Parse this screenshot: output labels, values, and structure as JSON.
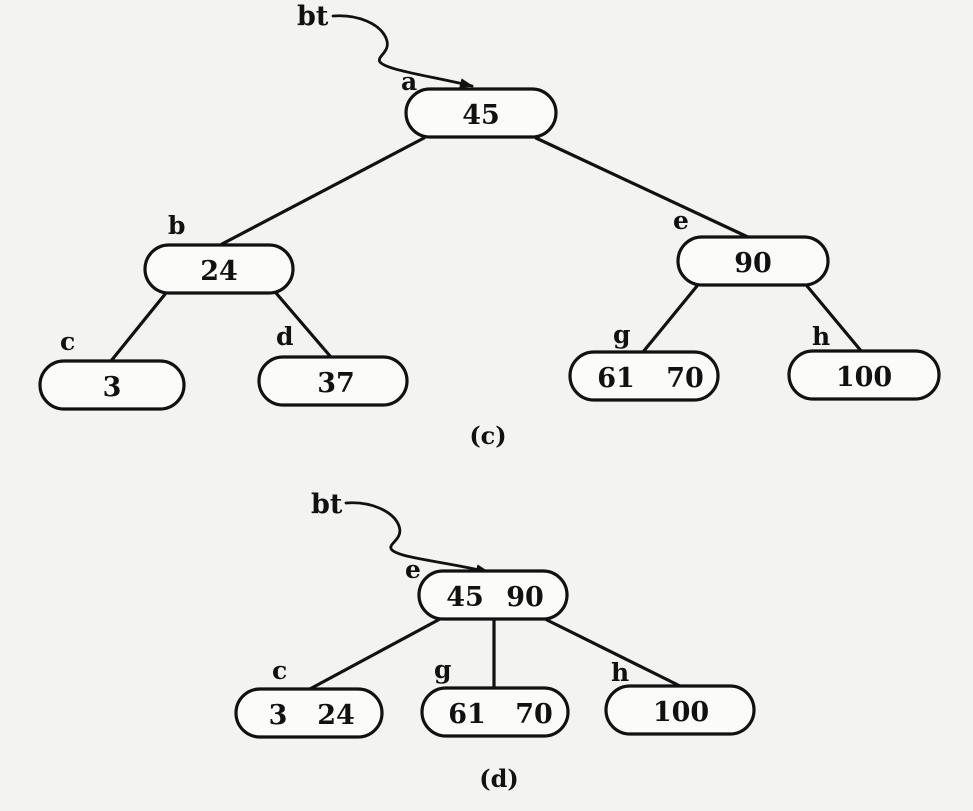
{
  "figure_c": {
    "caption": "(c)",
    "pointer": "bt",
    "nodes": {
      "a": {
        "label": "a",
        "keys": [
          "45"
        ]
      },
      "b": {
        "label": "b",
        "keys": [
          "24"
        ]
      },
      "c": {
        "label": "c",
        "keys": [
          "3"
        ]
      },
      "d": {
        "label": "d",
        "keys": [
          "37"
        ]
      },
      "e": {
        "label": "e",
        "keys": [
          "90"
        ]
      },
      "g": {
        "label": "g",
        "keys": [
          "61",
          "70"
        ]
      },
      "h": {
        "label": "h",
        "keys": [
          "100"
        ]
      }
    },
    "edges": [
      [
        "a",
        "b"
      ],
      [
        "a",
        "e"
      ],
      [
        "b",
        "c"
      ],
      [
        "b",
        "d"
      ],
      [
        "e",
        "g"
      ],
      [
        "e",
        "h"
      ]
    ]
  },
  "figure_d": {
    "caption": "(d)",
    "pointer": "bt",
    "nodes": {
      "e": {
        "label": "e",
        "keys": [
          "45",
          "90"
        ]
      },
      "c": {
        "label": "c",
        "keys": [
          "3",
          "24"
        ]
      },
      "g": {
        "label": "g",
        "keys": [
          "61",
          "70"
        ]
      },
      "h": {
        "label": "h",
        "keys": [
          "100"
        ]
      }
    },
    "edges": [
      [
        "e",
        "c"
      ],
      [
        "e",
        "g"
      ],
      [
        "e",
        "h"
      ]
    ]
  }
}
